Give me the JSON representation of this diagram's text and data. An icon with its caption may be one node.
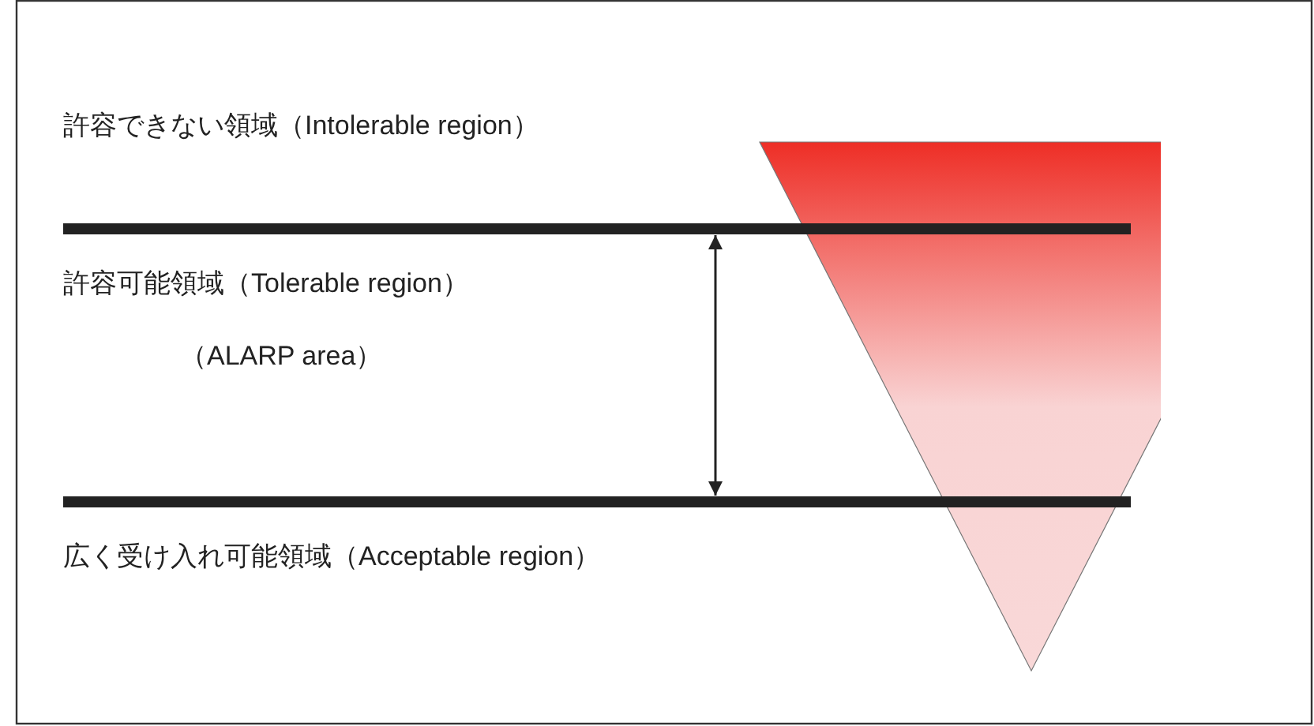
{
  "diagram": {
    "labels": [
      "許容できない領域（Intolerable region）",
      "許容可能領域（Tolerable region）",
      "（ALARP area）",
      "広く受け入れ可能領域（Acceptable region）"
    ]
  }
}
